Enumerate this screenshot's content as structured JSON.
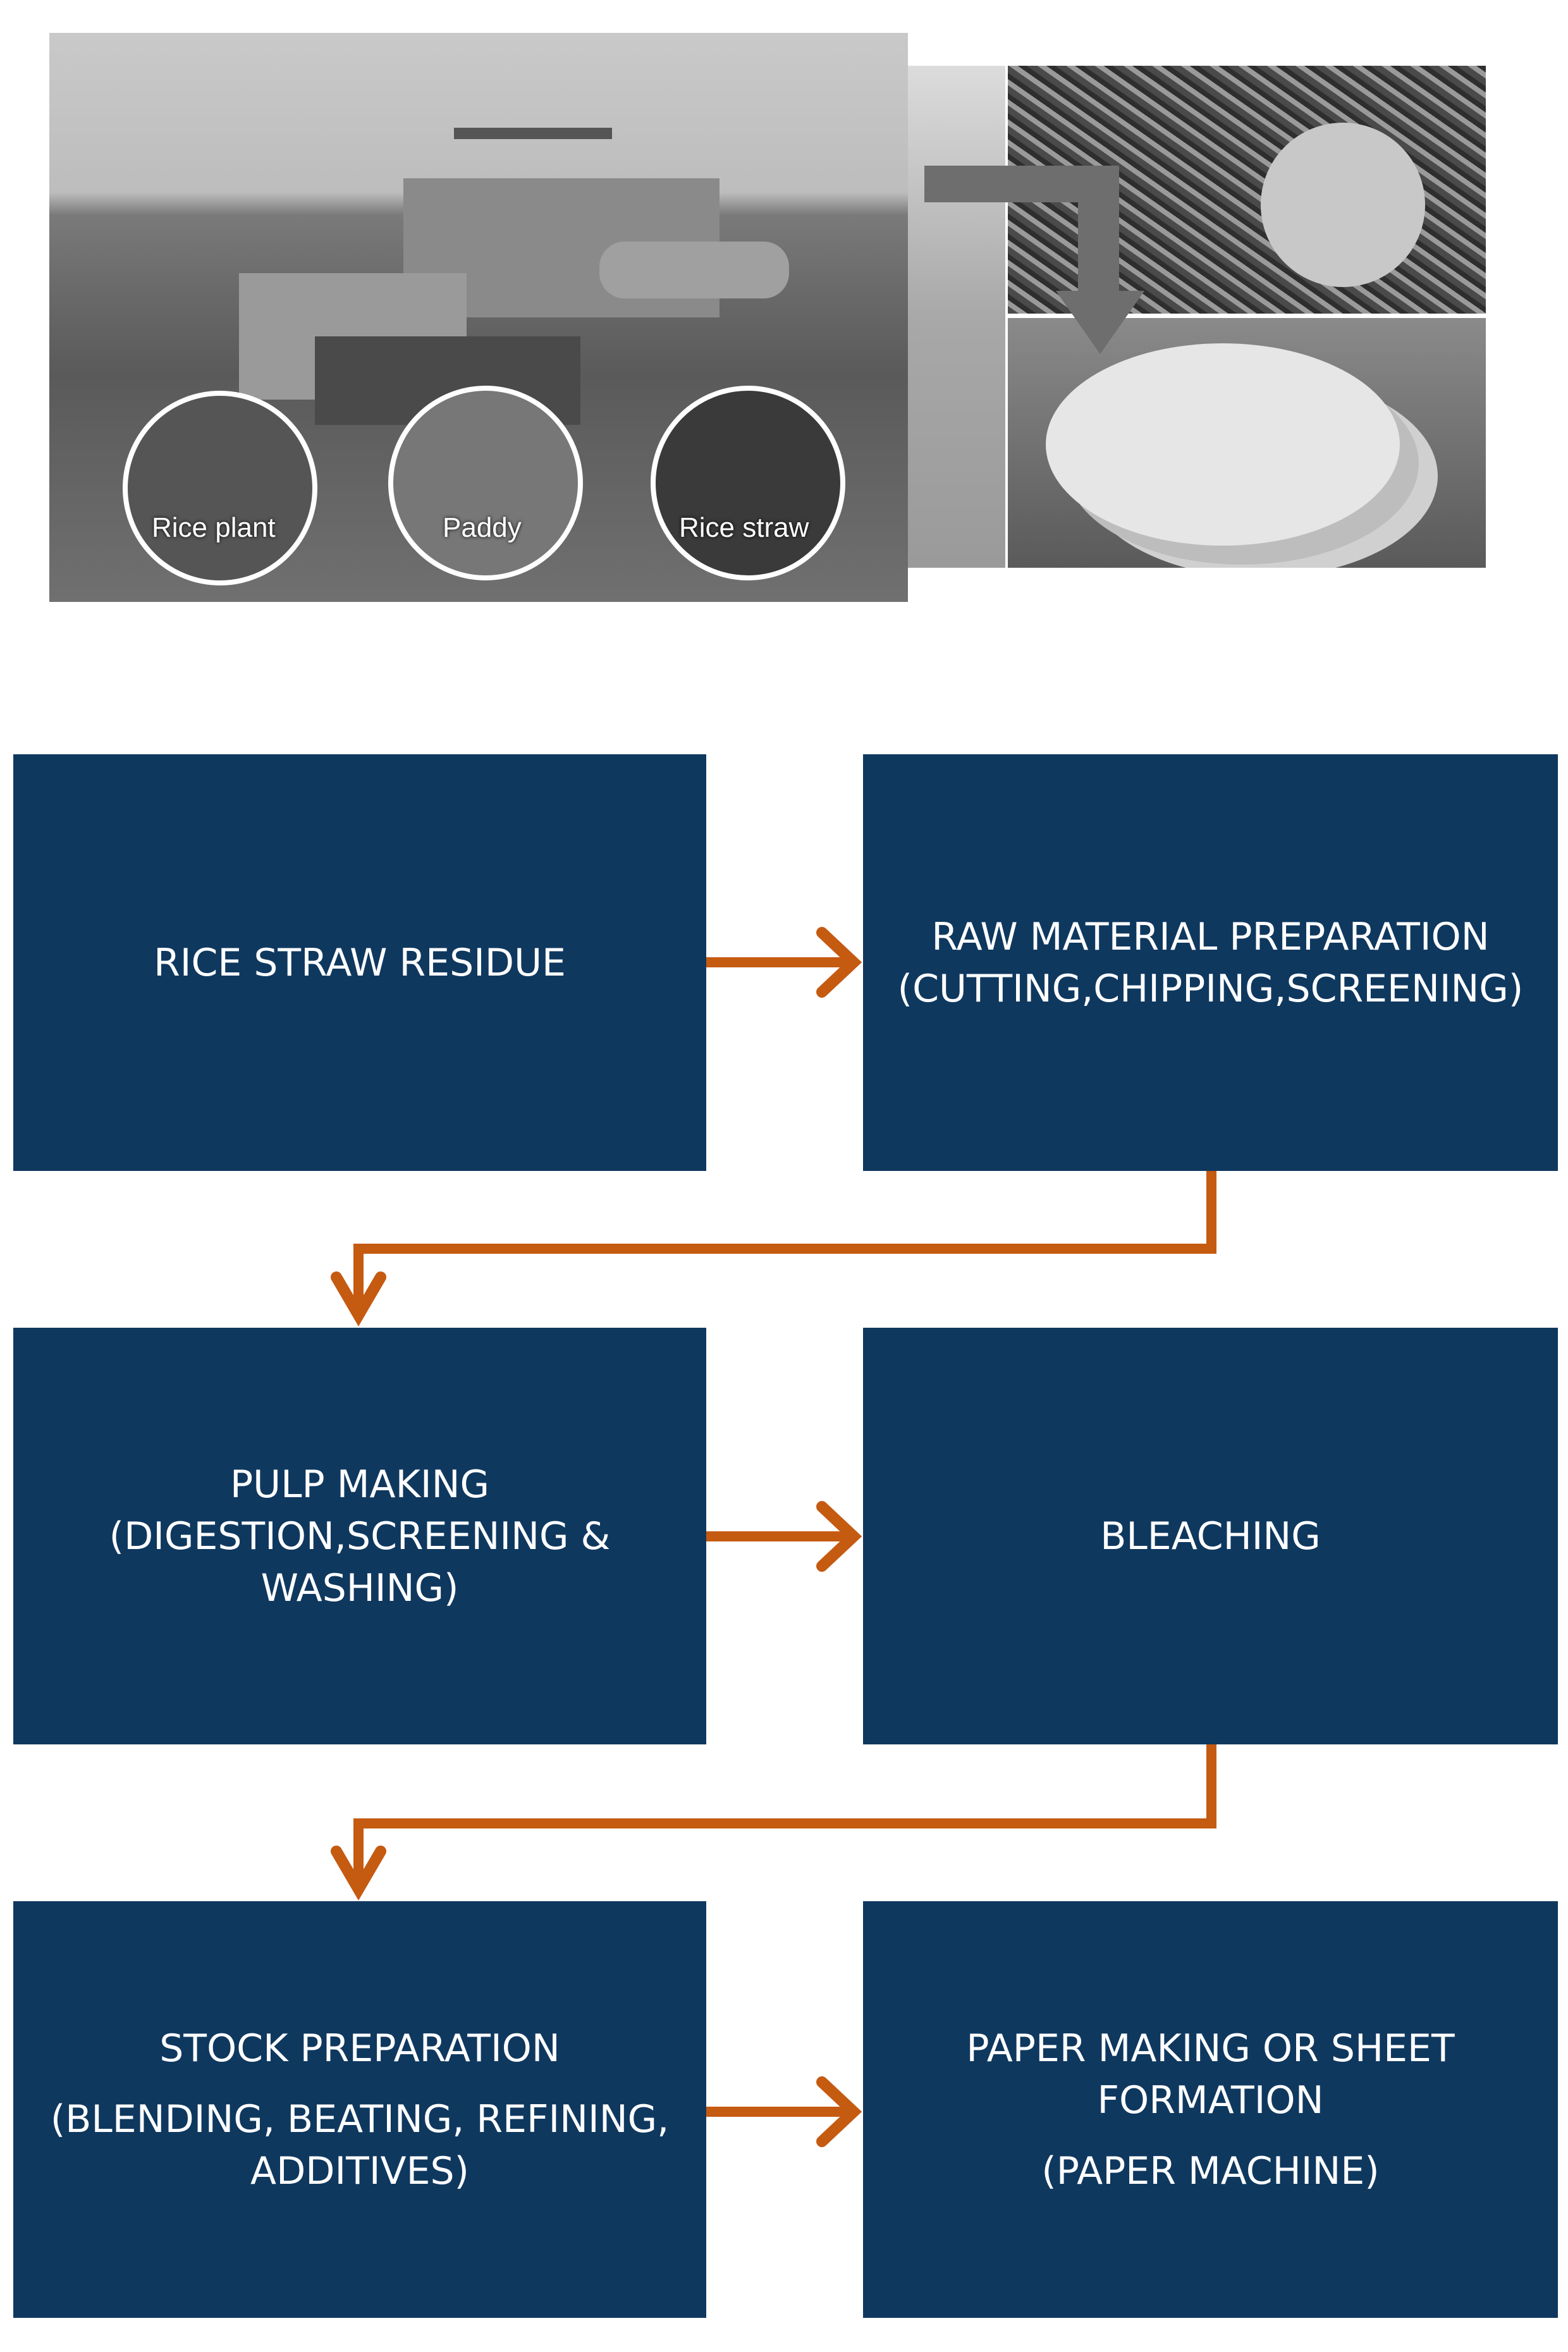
{
  "colors": {
    "box": "#0f385f",
    "arrow": "#c55a11",
    "box_text": "#ffffff"
  },
  "photo": {
    "description_labels": [
      "Rice plant",
      "Paddy",
      "Rice straw"
    ]
  },
  "steps": [
    {
      "lines": [
        "RICE STRAW RESIDUE"
      ]
    },
    {
      "lines": [
        "RAW MATERIAL PREPARATION",
        "(CUTTING,CHIPPING,SCREENING)"
      ]
    },
    {
      "lines": [
        "PULP MAKING",
        "(DIGESTION,SCREENING &",
        "WASHING)"
      ]
    },
    {
      "lines": [
        "BLEACHING"
      ]
    },
    {
      "lines": [
        "STOCK PREPARATION"
      ],
      "sub": [
        "(BLENDING, BEATING, REFINING,",
        "ADDITIVES)"
      ]
    },
    {
      "lines": [
        "PAPER MAKING OR SHEET",
        "FORMATION"
      ],
      "sub": [
        "(PAPER MACHINE)"
      ]
    }
  ]
}
